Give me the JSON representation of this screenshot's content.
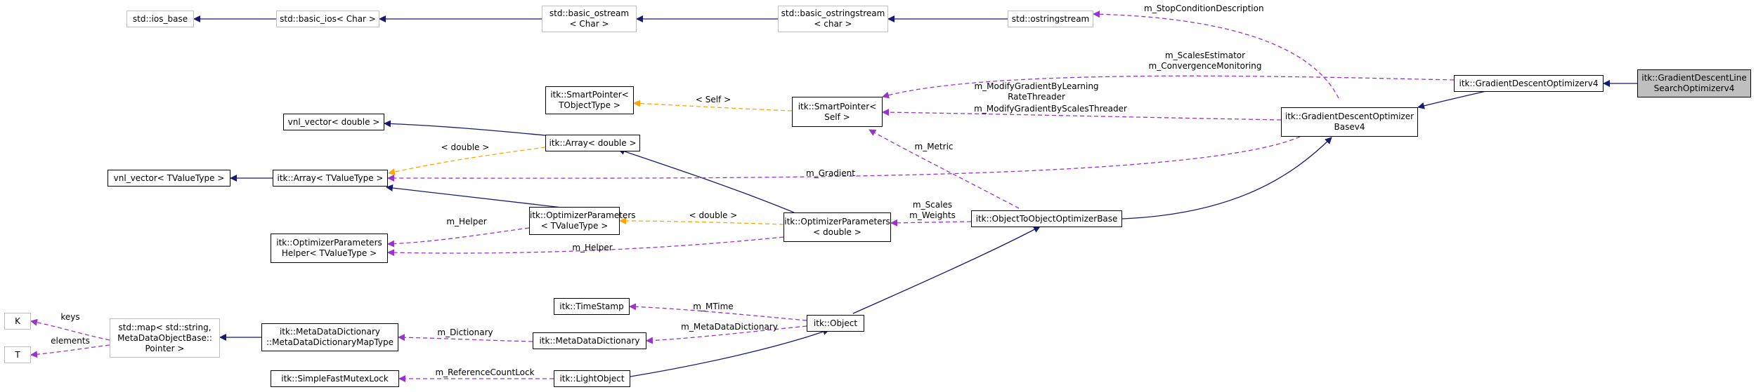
{
  "nodes": [
    {
      "id": "ios_base",
      "lines": [
        "std::ios_base"
      ]
    },
    {
      "id": "basic_ios",
      "lines": [
        "std::basic_ios< Char >"
      ]
    },
    {
      "id": "basic_ostream",
      "lines": [
        "std::basic_ostream",
        "< Char >"
      ]
    },
    {
      "id": "basic_ostringstream",
      "lines": [
        "std::basic_ostringstream",
        "< char >"
      ]
    },
    {
      "id": "ostringstream",
      "lines": [
        "std::ostringstream"
      ]
    },
    {
      "id": "gd_line_search",
      "lines": [
        "itk::GradientDescentLine",
        "SearchOptimizerv4"
      ]
    },
    {
      "id": "gdv4",
      "lines": [
        "itk::GradientDescentOptimizerv4"
      ]
    },
    {
      "id": "gd_base",
      "lines": [
        "itk::GradientDescentOptimizer",
        "Basev4"
      ]
    },
    {
      "id": "smartptr_self",
      "lines": [
        "itk::SmartPointer<",
        "Self >"
      ]
    },
    {
      "id": "smartptr_tobj",
      "lines": [
        "itk::SmartPointer<",
        "TObjectType >"
      ]
    },
    {
      "id": "vnl_double",
      "lines": [
        "vnl_vector< double >"
      ]
    },
    {
      "id": "array_double",
      "lines": [
        "itk::Array< double >"
      ]
    },
    {
      "id": "vnl_tvalue",
      "lines": [
        "vnl_vector< TValueType >"
      ]
    },
    {
      "id": "array_tvalue",
      "lines": [
        "itk::Array< TValueType >"
      ]
    },
    {
      "id": "optparams_tvalue",
      "lines": [
        "itk::OptimizerParameters",
        "< TValueType >"
      ]
    },
    {
      "id": "optparams_double",
      "lines": [
        "itk::OptimizerParameters",
        "< double >"
      ]
    },
    {
      "id": "obj2obj",
      "lines": [
        "itk::ObjectToObjectOptimizerBase"
      ]
    },
    {
      "id": "optparams_helper",
      "lines": [
        "itk::OptimizerParameters",
        "Helper< TValueType >"
      ]
    },
    {
      "id": "K",
      "lines": [
        "K"
      ]
    },
    {
      "id": "T",
      "lines": [
        "T"
      ]
    },
    {
      "id": "std_map",
      "lines": [
        "std::map< std::string,",
        "MetaDataObjectBase::",
        "Pointer >"
      ]
    },
    {
      "id": "mdd_maptype",
      "lines": [
        "itk::MetaDataDictionary",
        "::MetaDataDictionaryMapType"
      ]
    },
    {
      "id": "timestamp",
      "lines": [
        "itk::TimeStamp"
      ]
    },
    {
      "id": "mdd",
      "lines": [
        "itk::MetaDataDictionary"
      ]
    },
    {
      "id": "object",
      "lines": [
        "itk::Object"
      ]
    },
    {
      "id": "mutex",
      "lines": [
        "itk::SimpleFastMutexLock"
      ]
    },
    {
      "id": "lightobject",
      "lines": [
        "itk::LightObject"
      ]
    }
  ],
  "edge_labels": {
    "stop_condition": "m_StopConditionDescription",
    "scales_estimator": [
      "m_ScalesEstimator",
      "m_ConvergenceMonitoring"
    ],
    "modify_gradient": [
      "m_ModifyGradientByLearning",
      "RateThreader",
      "m_ModifyGradientByScalesThreader"
    ],
    "self": "< Self >",
    "double_a": "< double >",
    "metric": "m_Metric",
    "gradient": "m_Gradient",
    "scales": [
      "m_Scales",
      "m_Weights"
    ],
    "double_b": "< double >",
    "helper_a": "m_Helper",
    "helper_b": "m_Helper",
    "keys": "keys",
    "elements": "elements",
    "mtime": "m_MTime",
    "mdict": "m_MetaDataDictionary",
    "dictionary": "m_Dictionary",
    "refcount": "m_ReferenceCountLock"
  },
  "colors": {
    "inheritance": "#191970",
    "member": "#9a32cd",
    "template": "#ffa500",
    "grey_border": "#bfbfbf",
    "focus_fill": "#bfbfbf"
  }
}
